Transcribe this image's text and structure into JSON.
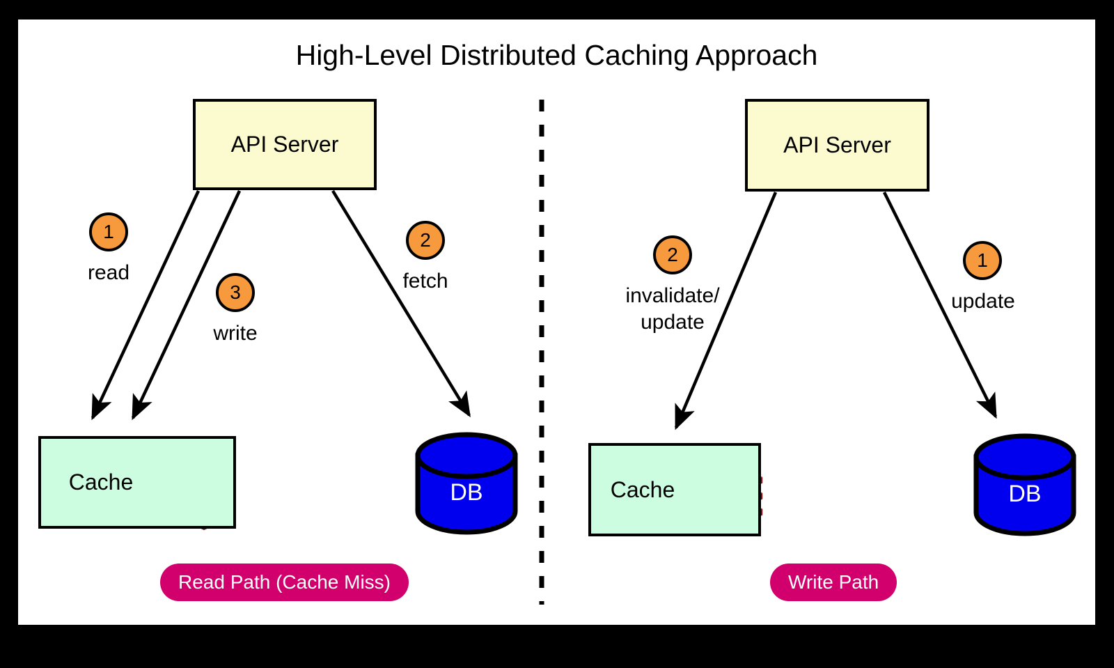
{
  "diagram": {
    "title": "High-Level Distributed Caching Approach",
    "colors": {
      "frame": "#000000",
      "canvas": "#ffffff",
      "api_fill": "#fcfbcf",
      "cache_fill": "#ccfde0",
      "db_fill": "#0000ee",
      "badge_fill": "#f79a3e",
      "pill_fill": "#d2006c",
      "redis_red": "#c62828",
      "stroke": "#000000"
    }
  },
  "left_panel": {
    "caption": "Read Path (Cache Miss)",
    "api_server": {
      "label": "API Server"
    },
    "cache": {
      "label": "Cache",
      "icon": "redis-logo-icon"
    },
    "db": {
      "label": "DB"
    },
    "steps": [
      {
        "number": "1",
        "label": "read",
        "from": "api-server",
        "to": "cache"
      },
      {
        "number": "3",
        "label": "write",
        "from": "api-server",
        "to": "cache"
      },
      {
        "number": "2",
        "label": "fetch",
        "from": "api-server",
        "to": "db"
      }
    ]
  },
  "right_panel": {
    "caption": "Write Path",
    "api_server": {
      "label": "API Server"
    },
    "cache": {
      "label": "Cache",
      "icon": "redis-logo-icon"
    },
    "db": {
      "label": "DB"
    },
    "steps": [
      {
        "number": "2",
        "label": "invalidate/\nupdate",
        "from": "api-server",
        "to": "cache"
      },
      {
        "number": "1",
        "label": "update",
        "from": "api-server",
        "to": "db"
      }
    ]
  }
}
